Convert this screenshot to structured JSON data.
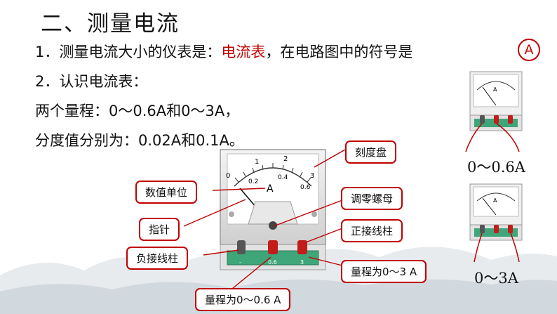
{
  "title": "二、测量电流",
  "line1": {
    "prefix": "1．测量电流大小的仪表是：",
    "highlight": "电流表",
    "suffix": "，在电路图中的符号是",
    "symbol": "A"
  },
  "line2": "2．认识电流表：",
  "line3": "两个量程：0～0.6A和0～3A，",
  "line4": "分度值分别为：0.02A和0.1A。",
  "labels": {
    "dial": "刻度盘",
    "unit": "数值单位",
    "zero": "调零螺母",
    "pointer": "指针",
    "positive": "正接线柱",
    "negative": "负接线柱",
    "range_3": "量程为0～3 A",
    "range_06": "量程为0～0.6 A"
  },
  "meter": {
    "scale_top": [
      "0",
      "1",
      "2",
      "3"
    ],
    "scale_bottom": [
      "0.2",
      "0.4",
      "0.6"
    ],
    "unit": "A",
    "terminals": [
      "-",
      "0.6",
      "3"
    ]
  },
  "small_meters": {
    "top_label": "0～0.6A",
    "bottom_label": "0～3A"
  },
  "colors": {
    "callout_border": "#c00000",
    "red_text": "#c00000",
    "base_green": "#3fa67a"
  }
}
